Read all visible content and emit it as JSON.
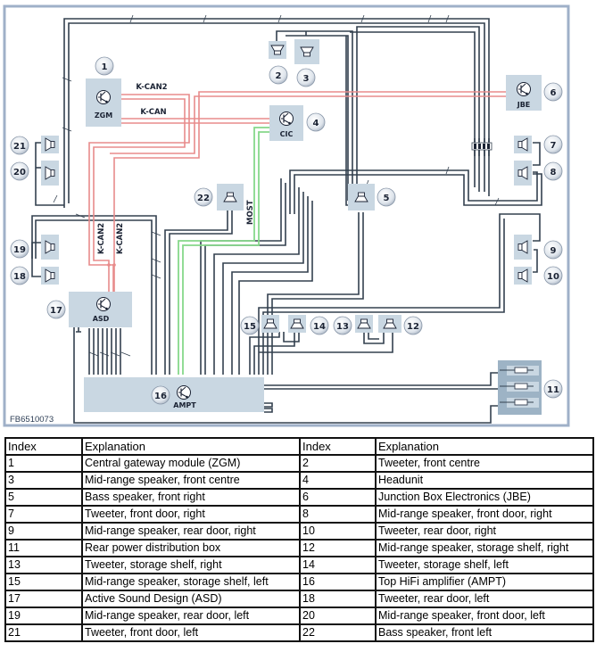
{
  "diagram": {
    "figure_id": "FB6510073",
    "colors": {
      "frame": "#9fb0c8",
      "box": "#c9d7e2",
      "wire": "#33404f",
      "can_bus": "#e88b8b",
      "most_bus": "#86d88a",
      "fuse_box": "#9db3c5"
    },
    "buses": {
      "kcan2_top": "K-CAN2",
      "kcan_top": "K-CAN",
      "kcan2_vert_a": "K-CAN2",
      "kcan2_vert_b": "K-CAN2",
      "most": "MOST"
    },
    "modules": [
      {
        "index": "1",
        "label": "ZGM",
        "icon": "transistor-icon"
      },
      {
        "index": "4",
        "label": "CIC",
        "icon": "transistor-icon"
      },
      {
        "index": "6",
        "label": "JBE",
        "icon": "transistor-icon"
      },
      {
        "index": "17",
        "label": "ASD",
        "icon": "transistor-icon"
      },
      {
        "index": "16",
        "label": "AMPT",
        "icon": "transistor-icon"
      },
      {
        "index": "11",
        "label": "",
        "icon": "fuse-icon"
      }
    ],
    "speakers": [
      {
        "index": "2",
        "icon": "tweeter-icon"
      },
      {
        "index": "3",
        "icon": "midrange-speaker-icon"
      },
      {
        "index": "5",
        "icon": "bass-speaker-icon"
      },
      {
        "index": "7",
        "icon": "tweeter-icon"
      },
      {
        "index": "8",
        "icon": "midrange-speaker-icon"
      },
      {
        "index": "9",
        "icon": "midrange-speaker-icon"
      },
      {
        "index": "10",
        "icon": "tweeter-icon"
      },
      {
        "index": "12",
        "icon": "midrange-speaker-icon"
      },
      {
        "index": "13",
        "icon": "tweeter-icon"
      },
      {
        "index": "14",
        "icon": "tweeter-icon"
      },
      {
        "index": "15",
        "icon": "midrange-speaker-icon"
      },
      {
        "index": "18",
        "icon": "tweeter-icon"
      },
      {
        "index": "19",
        "icon": "midrange-speaker-icon"
      },
      {
        "index": "20",
        "icon": "midrange-speaker-icon"
      },
      {
        "index": "21",
        "icon": "tweeter-icon"
      },
      {
        "index": "22",
        "icon": "bass-speaker-icon"
      }
    ]
  },
  "legend": {
    "headers": [
      "Index",
      "Explanation",
      "Index",
      "Explanation"
    ],
    "rows": [
      [
        {
          "index": "1",
          "text": "Central gateway module (ZGM)"
        },
        {
          "index": "2",
          "text": "Tweeter, front centre"
        }
      ],
      [
        {
          "index": "3",
          "text": "Mid-range speaker, front centre"
        },
        {
          "index": "4",
          "text": "Headunit"
        }
      ],
      [
        {
          "index": "5",
          "text": "Bass speaker, front right"
        },
        {
          "index": "6",
          "text": "Junction Box Electronics (JBE)"
        }
      ],
      [
        {
          "index": "7",
          "text": "Tweeter, front door, right"
        },
        {
          "index": "8",
          "text": "Mid-range speaker, front door, right"
        }
      ],
      [
        {
          "index": "9",
          "text": "Mid-range speaker, rear door, right"
        },
        {
          "index": "10",
          "text": "Tweeter, rear door, right"
        }
      ],
      [
        {
          "index": "11",
          "text": "Rear power distribution box"
        },
        {
          "index": "12",
          "text": "Mid-range speaker, storage shelf, right"
        }
      ],
      [
        {
          "index": "13",
          "text": "Tweeter, storage shelf, right"
        },
        {
          "index": "14",
          "text": "Tweeter, storage shelf, left"
        }
      ],
      [
        {
          "index": "15",
          "text": "Mid-range speaker, storage shelf, left"
        },
        {
          "index": "16",
          "text": "Top HiFi amplifier (AMPT)"
        }
      ],
      [
        {
          "index": "17",
          "text": "Active Sound Design (ASD)"
        },
        {
          "index": "18",
          "text": "Tweeter, rear door, left"
        }
      ],
      [
        {
          "index": "19",
          "text": "Mid-range speaker, rear door, left"
        },
        {
          "index": "20",
          "text": "Mid-range speaker, front door, left"
        }
      ],
      [
        {
          "index": "21",
          "text": "Tweeter, front door, left"
        },
        {
          "index": "22",
          "text": "Bass speaker, front left"
        }
      ]
    ]
  }
}
